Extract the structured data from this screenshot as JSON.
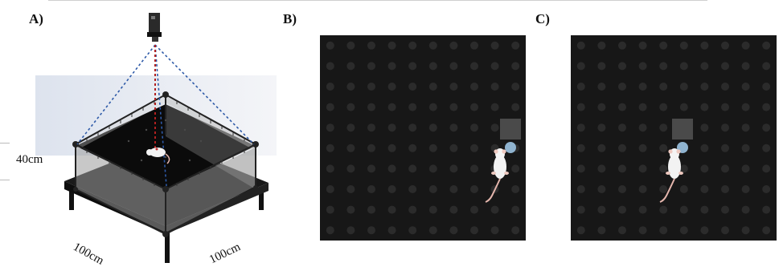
{
  "panels": {
    "a": {
      "letter": "A)"
    },
    "b": {
      "letter": "B)"
    },
    "c": {
      "letter": "C)"
    }
  },
  "dimensions": {
    "height": "40cm",
    "depth": "100cm",
    "width": "100cm"
  },
  "grid": {
    "rows": 10,
    "cols": 10
  },
  "colors": {
    "arena_floor": "#171717",
    "grid_dot": "#2b2b2b",
    "target_square": "#4a4a4a",
    "nose_marker": "#8fb3cf",
    "camera_beam": "#2e5aa8",
    "center_beam": "#b02020"
  },
  "icons": {
    "camera": "camera-icon",
    "rat": "rat-icon",
    "target": "target-square"
  }
}
